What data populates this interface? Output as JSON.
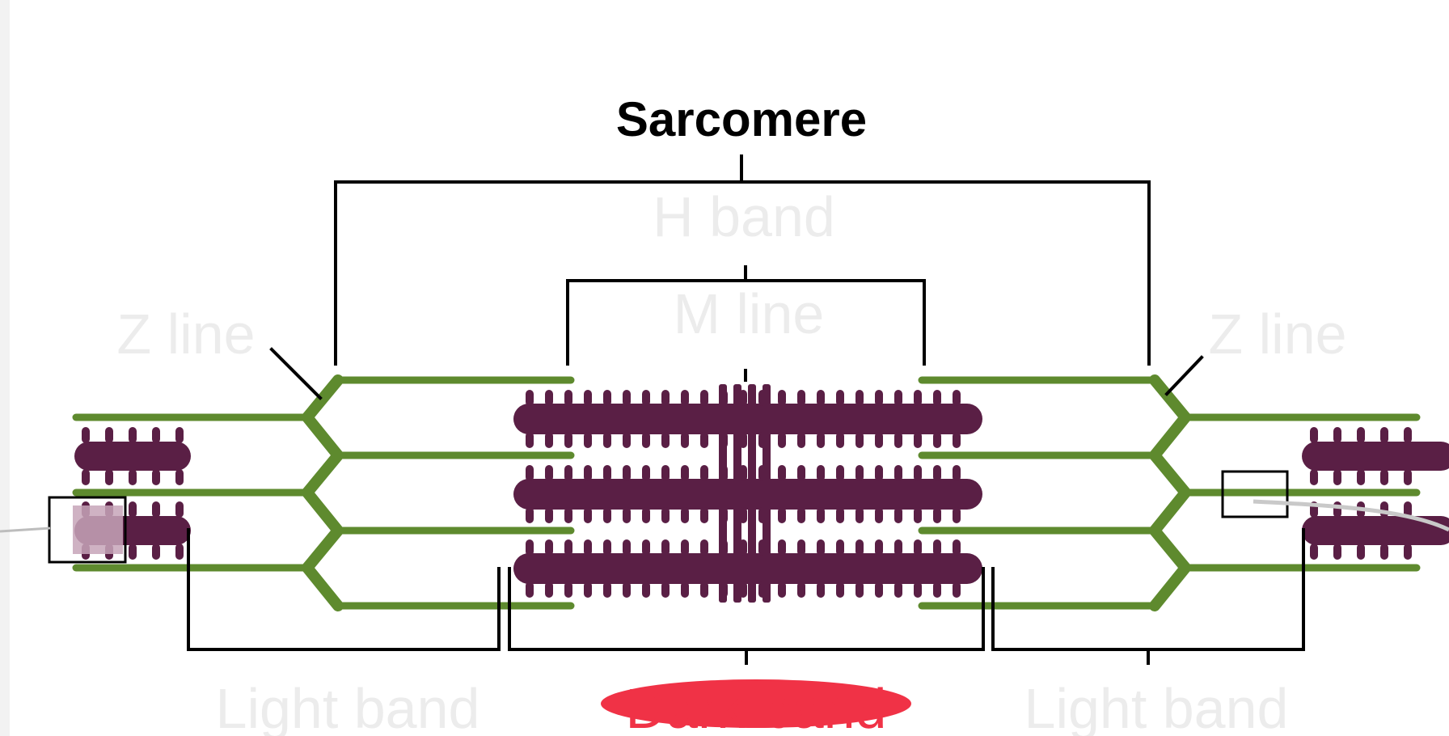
{
  "diagram": {
    "title": "Sarcomere",
    "faded_labels": {
      "top_center": "H band",
      "middle_center": "M line",
      "left": "Z line",
      "right": "Z line",
      "bottom_left": "Light band",
      "bottom_center": "Dark band",
      "bottom_right": "Light band"
    },
    "colors": {
      "myosin": "#5a1f45",
      "actin": "#5e8a2e",
      "bracket": "#000000",
      "redaction": "#f03246",
      "faded_text": "#ececec",
      "background": "#ffffff",
      "left_edge": "#f2f2f2"
    }
  }
}
